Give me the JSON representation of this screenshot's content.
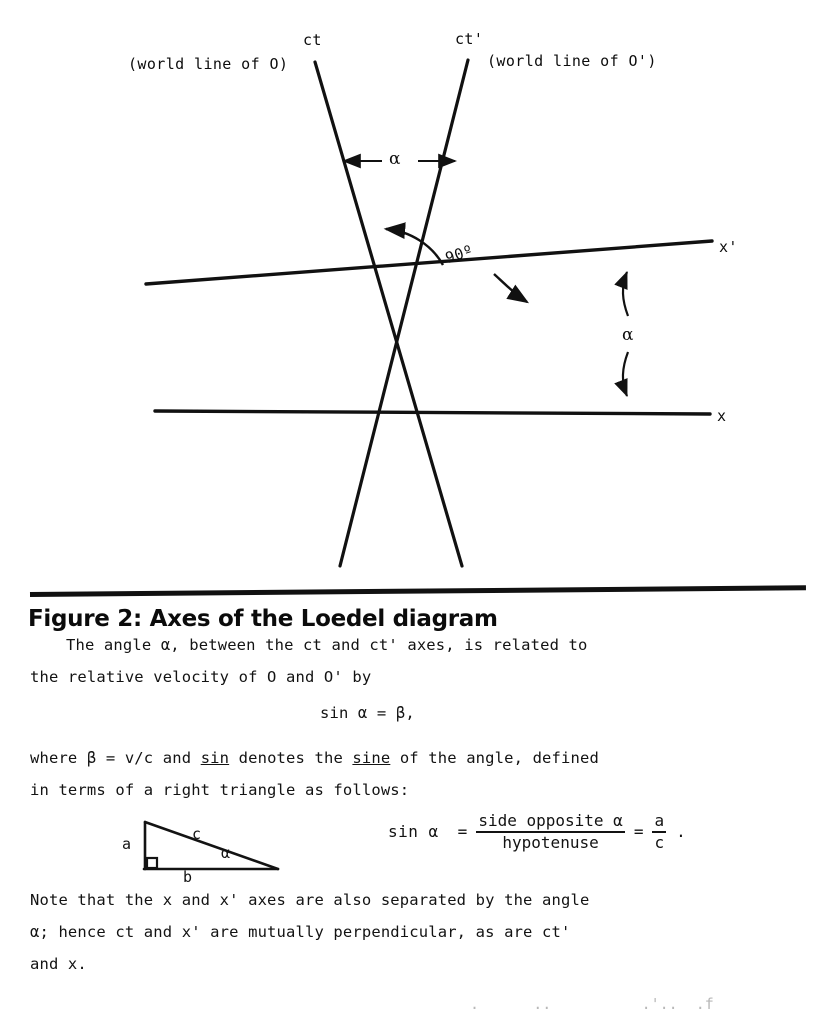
{
  "figure": {
    "labels": {
      "ct": "ct",
      "ct_prime": "ct'",
      "world_line_o": "(world line of O)",
      "world_line_o_prime": "(world line of O')",
      "x_prime": "x'",
      "x": "x",
      "alpha_top": "α",
      "alpha_right": "α",
      "right_angle": "90º"
    },
    "axes": [
      {
        "name": "ct",
        "from": [
          315,
          62
        ],
        "to": [
          462,
          566
        ]
      },
      {
        "name": "ct'",
        "from": [
          468,
          60
        ],
        "to": [
          340,
          566
        ]
      },
      {
        "name": "x'",
        "from": [
          146,
          284
        ],
        "to": [
          712,
          241
        ]
      },
      {
        "name": "x",
        "from": [
          155,
          411
        ],
        "to": [
          710,
          414
        ]
      }
    ],
    "intersection": [
      398,
      345
    ]
  },
  "caption": {
    "text": "Figure 2: Axes of the Loedel diagram"
  },
  "body": {
    "para1_line1": "The angle α, between the ct and ct' axes, is related to",
    "para1_line2": "the relative velocity of O and O' by",
    "equation": "sin α = β,",
    "para2_line1_a": "where β = v/c and ",
    "para2_line1_u1": "sin",
    "para2_line1_b": " denotes the ",
    "para2_line1_u2": "sine",
    "para2_line1_c": " of the angle, defined",
    "para2_line2": "in terms of a right triangle as follows:",
    "para3_line1": "Note that the x and x' axes are also separated by the angle",
    "para3_line2": "α; hence ct and x' are mutually perpendicular, as are ct'",
    "para3_line3": "and x.",
    "cutoff_line": ".      ..          .'..  .f"
  },
  "triangle": {
    "side_a": "a",
    "side_b": "b",
    "side_c": "c",
    "angle": "α"
  },
  "formula": {
    "lhs": "sin α",
    "equals": "=",
    "numerator": "side opposite α",
    "denominator": "hypotenuse",
    "equals2": "=",
    "result_numerator": "a",
    "result_denominator": "c",
    "period": "."
  },
  "colors": {
    "ink": "#111111",
    "paper": "#ffffff"
  }
}
